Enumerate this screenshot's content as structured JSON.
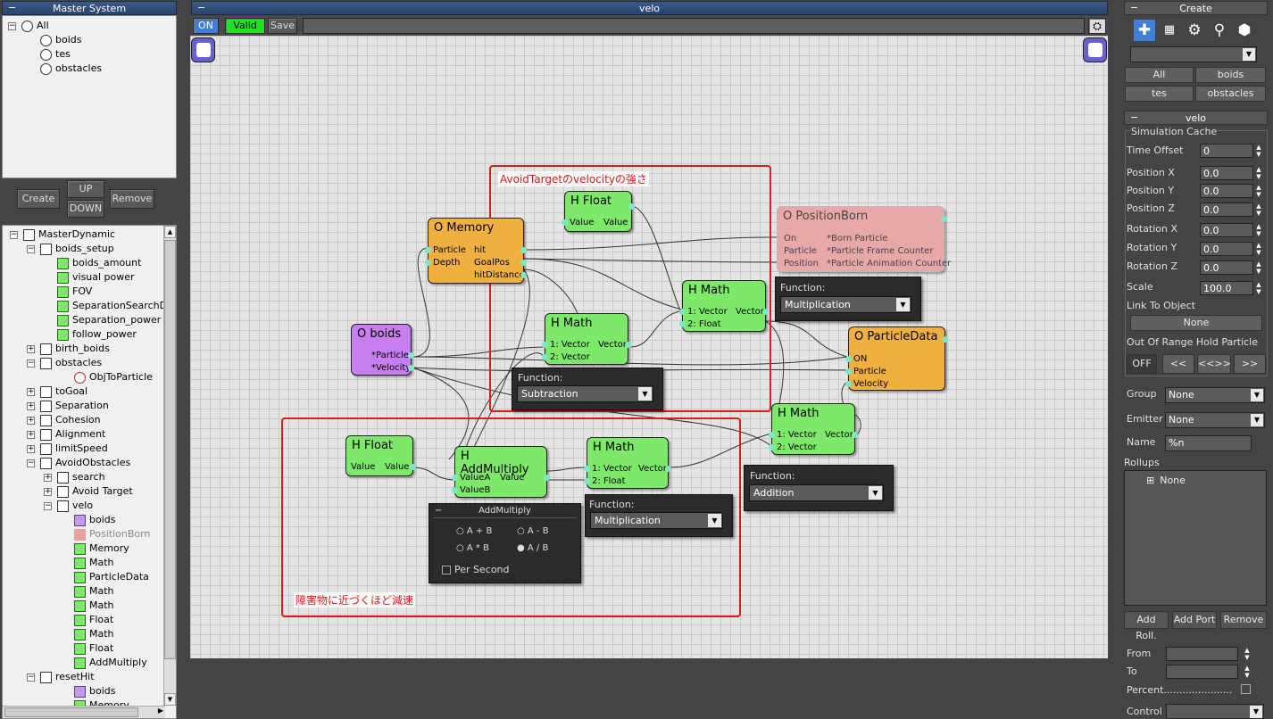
{
  "master_system": {
    "title": "Master System",
    "items": [
      "All",
      "boids",
      "tes",
      "obstacles"
    ]
  },
  "mid_buttons": {
    "create": "Create",
    "up": "UP",
    "down": "DOWN",
    "remove": "Remove"
  },
  "tree": {
    "rows": [
      {
        "label": "MasterDynamic",
        "indent": 0,
        "exp": "-",
        "icon": "dyn"
      },
      {
        "label": "boids_setup",
        "indent": 1,
        "exp": "-",
        "icon": "dyn"
      },
      {
        "label": "boids_amount",
        "indent": 2,
        "exp": "",
        "icon": "green"
      },
      {
        "label": "visual power",
        "indent": 2,
        "exp": "",
        "icon": "green"
      },
      {
        "label": "FOV",
        "indent": 2,
        "exp": "",
        "icon": "green"
      },
      {
        "label": "SeparationSearchDis",
        "indent": 2,
        "exp": "",
        "icon": "green"
      },
      {
        "label": "Separation_power",
        "indent": 2,
        "exp": "",
        "icon": "green"
      },
      {
        "label": "follow_power",
        "indent": 2,
        "exp": "",
        "icon": "green"
      },
      {
        "label": "birth_boids",
        "indent": 1,
        "exp": "+",
        "icon": "dyn"
      },
      {
        "label": "obstacles",
        "indent": 1,
        "exp": "-",
        "icon": "dyn"
      },
      {
        "label": "ObjToParticle",
        "indent": 3,
        "exp": "",
        "icon": "gearred"
      },
      {
        "label": "toGoal",
        "indent": 1,
        "exp": "+",
        "icon": "dyn"
      },
      {
        "label": "Separation",
        "indent": 1,
        "exp": "+",
        "icon": "dyn"
      },
      {
        "label": "Cohesion",
        "indent": 1,
        "exp": "+",
        "icon": "dyn"
      },
      {
        "label": "Alignment",
        "indent": 1,
        "exp": "+",
        "icon": "dyn"
      },
      {
        "label": "limitSpeed",
        "indent": 1,
        "exp": "+",
        "icon": "dyn"
      },
      {
        "label": "AvoidObstacles",
        "indent": 1,
        "exp": "-",
        "icon": "dyn"
      },
      {
        "label": "search",
        "indent": 2,
        "exp": "+",
        "icon": "dyn"
      },
      {
        "label": "Avoid Target",
        "indent": 2,
        "exp": "+",
        "icon": "dyn"
      },
      {
        "label": "velo",
        "indent": 2,
        "exp": "-",
        "icon": "dyn"
      },
      {
        "label": "boids",
        "indent": 3,
        "exp": "",
        "icon": "purple"
      },
      {
        "label": "PositionBorn",
        "indent": 3,
        "exp": "",
        "icon": "pink"
      },
      {
        "label": "Memory",
        "indent": 3,
        "exp": "",
        "icon": "green"
      },
      {
        "label": "Math",
        "indent": 3,
        "exp": "",
        "icon": "green"
      },
      {
        "label": "ParticleData",
        "indent": 3,
        "exp": "",
        "icon": "green"
      },
      {
        "label": "Math",
        "indent": 3,
        "exp": "",
        "icon": "green"
      },
      {
        "label": "Math",
        "indent": 3,
        "exp": "",
        "icon": "green"
      },
      {
        "label": "Float",
        "indent": 3,
        "exp": "",
        "icon": "green"
      },
      {
        "label": "Math",
        "indent": 3,
        "exp": "",
        "icon": "green"
      },
      {
        "label": "Float",
        "indent": 3,
        "exp": "",
        "icon": "green"
      },
      {
        "label": "AddMultiply",
        "indent": 3,
        "exp": "",
        "icon": "green"
      },
      {
        "label": "resetHit",
        "indent": 1,
        "exp": "-",
        "icon": "dyn"
      },
      {
        "label": "boids",
        "indent": 3,
        "exp": "",
        "icon": "purple"
      },
      {
        "label": "Memory",
        "indent": 3,
        "exp": "",
        "icon": "green"
      }
    ]
  },
  "editor": {
    "title": "velo",
    "on": "ON",
    "valid": "Valid",
    "save": "Save"
  },
  "nodes": {
    "memory": {
      "title": "O Memory",
      "in1": "Particle",
      "in2": "Depth",
      "out1": "hit",
      "out2": "GoalPos",
      "out3": "hitDistance"
    },
    "float1": {
      "title": "H Float",
      "in1": "Value",
      "out1": "Value"
    },
    "positionborn": {
      "title": "O PositionBorn",
      "l1": "On",
      "l2": "Particle",
      "l3": "Position",
      "r1": "*Born Particle",
      "r2": "*Particle Frame Counter",
      "r3": "*Particle Animation Counter"
    },
    "math_mult": {
      "title": "H Math",
      "in1": "1: Vector",
      "in2": "2: Float",
      "out1": "Vector",
      "fn_label": "Function:",
      "fn_value": "Multiplication"
    },
    "boids": {
      "title": "O boids",
      "o1": "*Particle",
      "o2": "*Velocity"
    },
    "math_sub": {
      "title": "H Math",
      "in1": "1: Vector",
      "in2": "2: Vector",
      "out1": "Vector",
      "fn_label": "Function:",
      "fn_value": "Subtraction"
    },
    "particledata": {
      "title": "O ParticleData",
      "i1": "ON",
      "i2": "Particle",
      "i3": "Velocity"
    },
    "math_add": {
      "title": "H Math",
      "in1": "1: Vector",
      "in2": "2: Vector",
      "out1": "Vector",
      "fn_label": "Function:",
      "fn_value": "Addition"
    },
    "float2": {
      "title": "H Float",
      "in1": "Value",
      "out1": "Value"
    },
    "addmultiply": {
      "title": "H AddMultiply",
      "in1": "ValueA",
      "in2": "ValueB",
      "out1": "Value"
    },
    "math_mult2": {
      "title": "H Math",
      "in1": "1: Vector",
      "in2": "2: Float",
      "out1": "Vector",
      "fn_label": "Function:",
      "fn_value": "Multiplication"
    },
    "addmul_panel": {
      "title": "AddMultiply",
      "opt1": "A + B",
      "opt2": "A - B",
      "opt3": "A * B",
      "opt4": "A / B",
      "per_second": "Per Second"
    }
  },
  "annotations": {
    "top": "AvoidTargetのvelocityの強さ",
    "bottom": "障害物に近づくほど減速"
  },
  "create_panel": {
    "title": "Create",
    "buttons": [
      "All",
      "boids",
      "tes",
      "obstacles"
    ]
  },
  "velo_panel": {
    "title": "velo",
    "group_title": "Simulation Cache",
    "time_offset_label": "Time Offset",
    "time_offset": "0",
    "position_x_label": "Position X",
    "position_x": "0.0",
    "position_y_label": "Position Y",
    "position_y": "0.0",
    "position_z_label": "Position Z",
    "position_z": "0.0",
    "rotation_x_label": "Rotation X",
    "rotation_x": "0.0",
    "rotation_y_label": "Rotation Y",
    "rotation_y": "0.0",
    "rotation_z_label": "Rotation Z",
    "rotation_z": "0.0",
    "scale_label": "Scale",
    "scale": "100.0",
    "link_label": "Link To Object",
    "link_value": "None",
    "range_label": "Out Of Range Hold Particle",
    "off": "OFF",
    "b1": "<<",
    "b2": "<<>>",
    "b3": ">>",
    "group_label": "Group",
    "group_value": "None",
    "emitter_label": "Emitter",
    "emitter_value": "None",
    "name_label": "Name",
    "name_value": "%n",
    "rollups_label": "Rollups",
    "rollup_item": "None",
    "add_roll": "Add Roll.",
    "add_port": "Add Port",
    "remove": "Remove",
    "from_label": "From",
    "to_label": "To",
    "percent_label": "Percent......................",
    "control_label": "Control"
  }
}
